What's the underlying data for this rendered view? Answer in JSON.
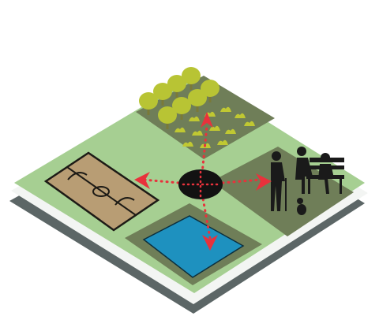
{
  "scene": {
    "kind": "isometric-park-illustration",
    "colors": {
      "base_dark": "#5c6666",
      "base_white": "#f3f5f3",
      "lawn": "#a6cf92",
      "zone_dark": "#6f7e58",
      "tree_canopy": "#b8c434",
      "shrub": "#c0c832",
      "court_fill": "#b89d74",
      "court_line": "#1d1b16",
      "pool_fill": "#1e91bf",
      "hub_fill": "#121212",
      "arrow_red": "#e8323c",
      "silhouette": "#1a1a1a"
    },
    "zones": [
      {
        "name": "garden",
        "icon": "tree-icon"
      },
      {
        "name": "sports-court",
        "icon": "court-icon"
      },
      {
        "name": "pool",
        "icon": "pool-icon"
      },
      {
        "name": "seniors-seating",
        "icon": "people-icon"
      }
    ],
    "arrows": [
      {
        "to": "garden"
      },
      {
        "to": "sports-court"
      },
      {
        "to": "pool"
      },
      {
        "to": "seniors-seating"
      }
    ]
  }
}
